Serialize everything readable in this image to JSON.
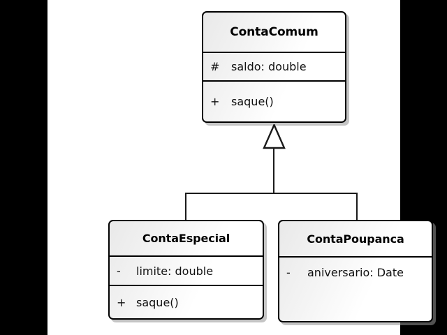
{
  "diagram": {
    "type": "uml-class-diagram",
    "notation": "UML",
    "relationship": "generalization",
    "background_color": "#ffffff",
    "frame_color": "#000000",
    "line_color": "#1a1a1a"
  },
  "classes": [
    {
      "id": "ContaComum",
      "name": "ContaComum",
      "role": "superclass",
      "attributes": [
        {
          "visibility": "#",
          "visibility_name": "protected",
          "signature": "saldo: double"
        }
      ],
      "operations": [
        {
          "visibility": "+",
          "visibility_name": "public",
          "signature": "saque()"
        }
      ]
    },
    {
      "id": "ContaEspecial",
      "name": "ContaEspecial",
      "role": "subclass",
      "attributes": [
        {
          "visibility": "-",
          "visibility_name": "private",
          "signature": "limite: double"
        }
      ],
      "operations": [
        {
          "visibility": "+",
          "visibility_name": "public",
          "signature": "saque()"
        }
      ]
    },
    {
      "id": "ContaPoupanca",
      "name": "ContaPoupanca",
      "role": "subclass",
      "attributes": [
        {
          "visibility": "-",
          "visibility_name": "private",
          "signature": "aniversario: Date"
        }
      ],
      "operations": []
    }
  ],
  "relationships": [
    {
      "kind": "generalization",
      "from": "ContaEspecial",
      "to": "ContaComum"
    },
    {
      "kind": "generalization",
      "from": "ContaPoupanca",
      "to": "ContaComum"
    }
  ]
}
